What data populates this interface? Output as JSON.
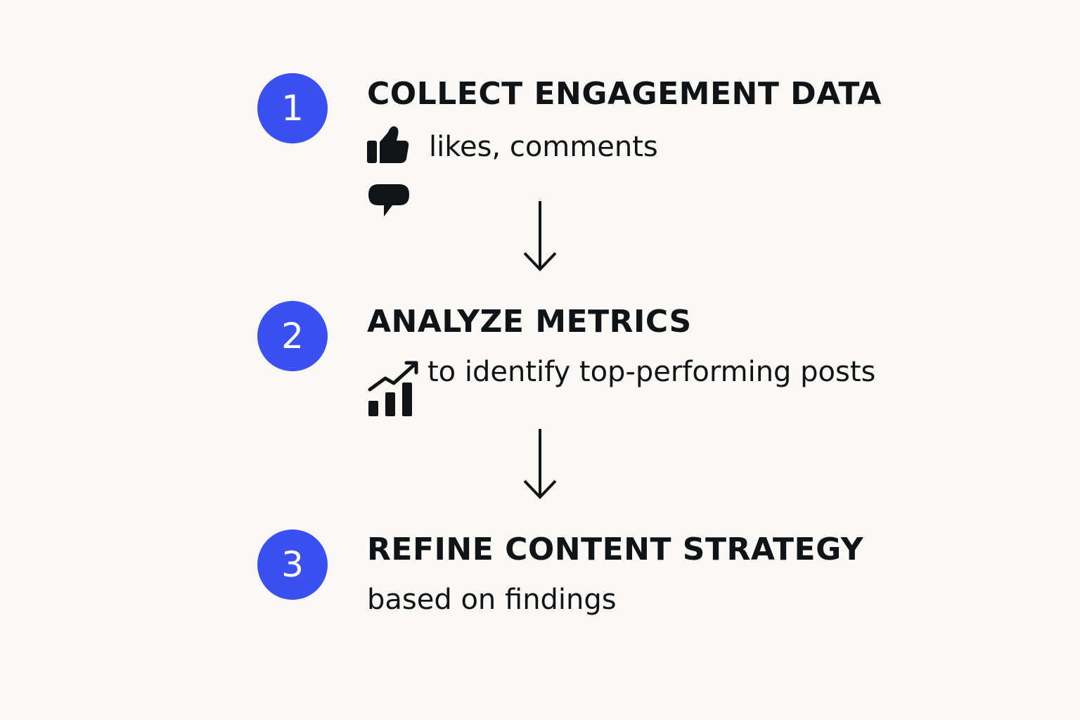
{
  "steps": [
    {
      "number": "1",
      "title": "COLLECT ENGAGEMENT DATA",
      "description": "likes, comments",
      "icons": [
        "thumbs-up-icon",
        "speech-bubble-icon"
      ]
    },
    {
      "number": "2",
      "title": "ANALYZE METRICS",
      "description": "to identify top-performing posts",
      "icons": [
        "bar-chart-trend-icon"
      ]
    },
    {
      "number": "3",
      "title": "REFINE CONTENT STRATEGY",
      "description": "based on findings",
      "icons": []
    }
  ],
  "colors": {
    "badge": "#3a50f0",
    "text": "#111417",
    "background": "#faf9f6"
  }
}
